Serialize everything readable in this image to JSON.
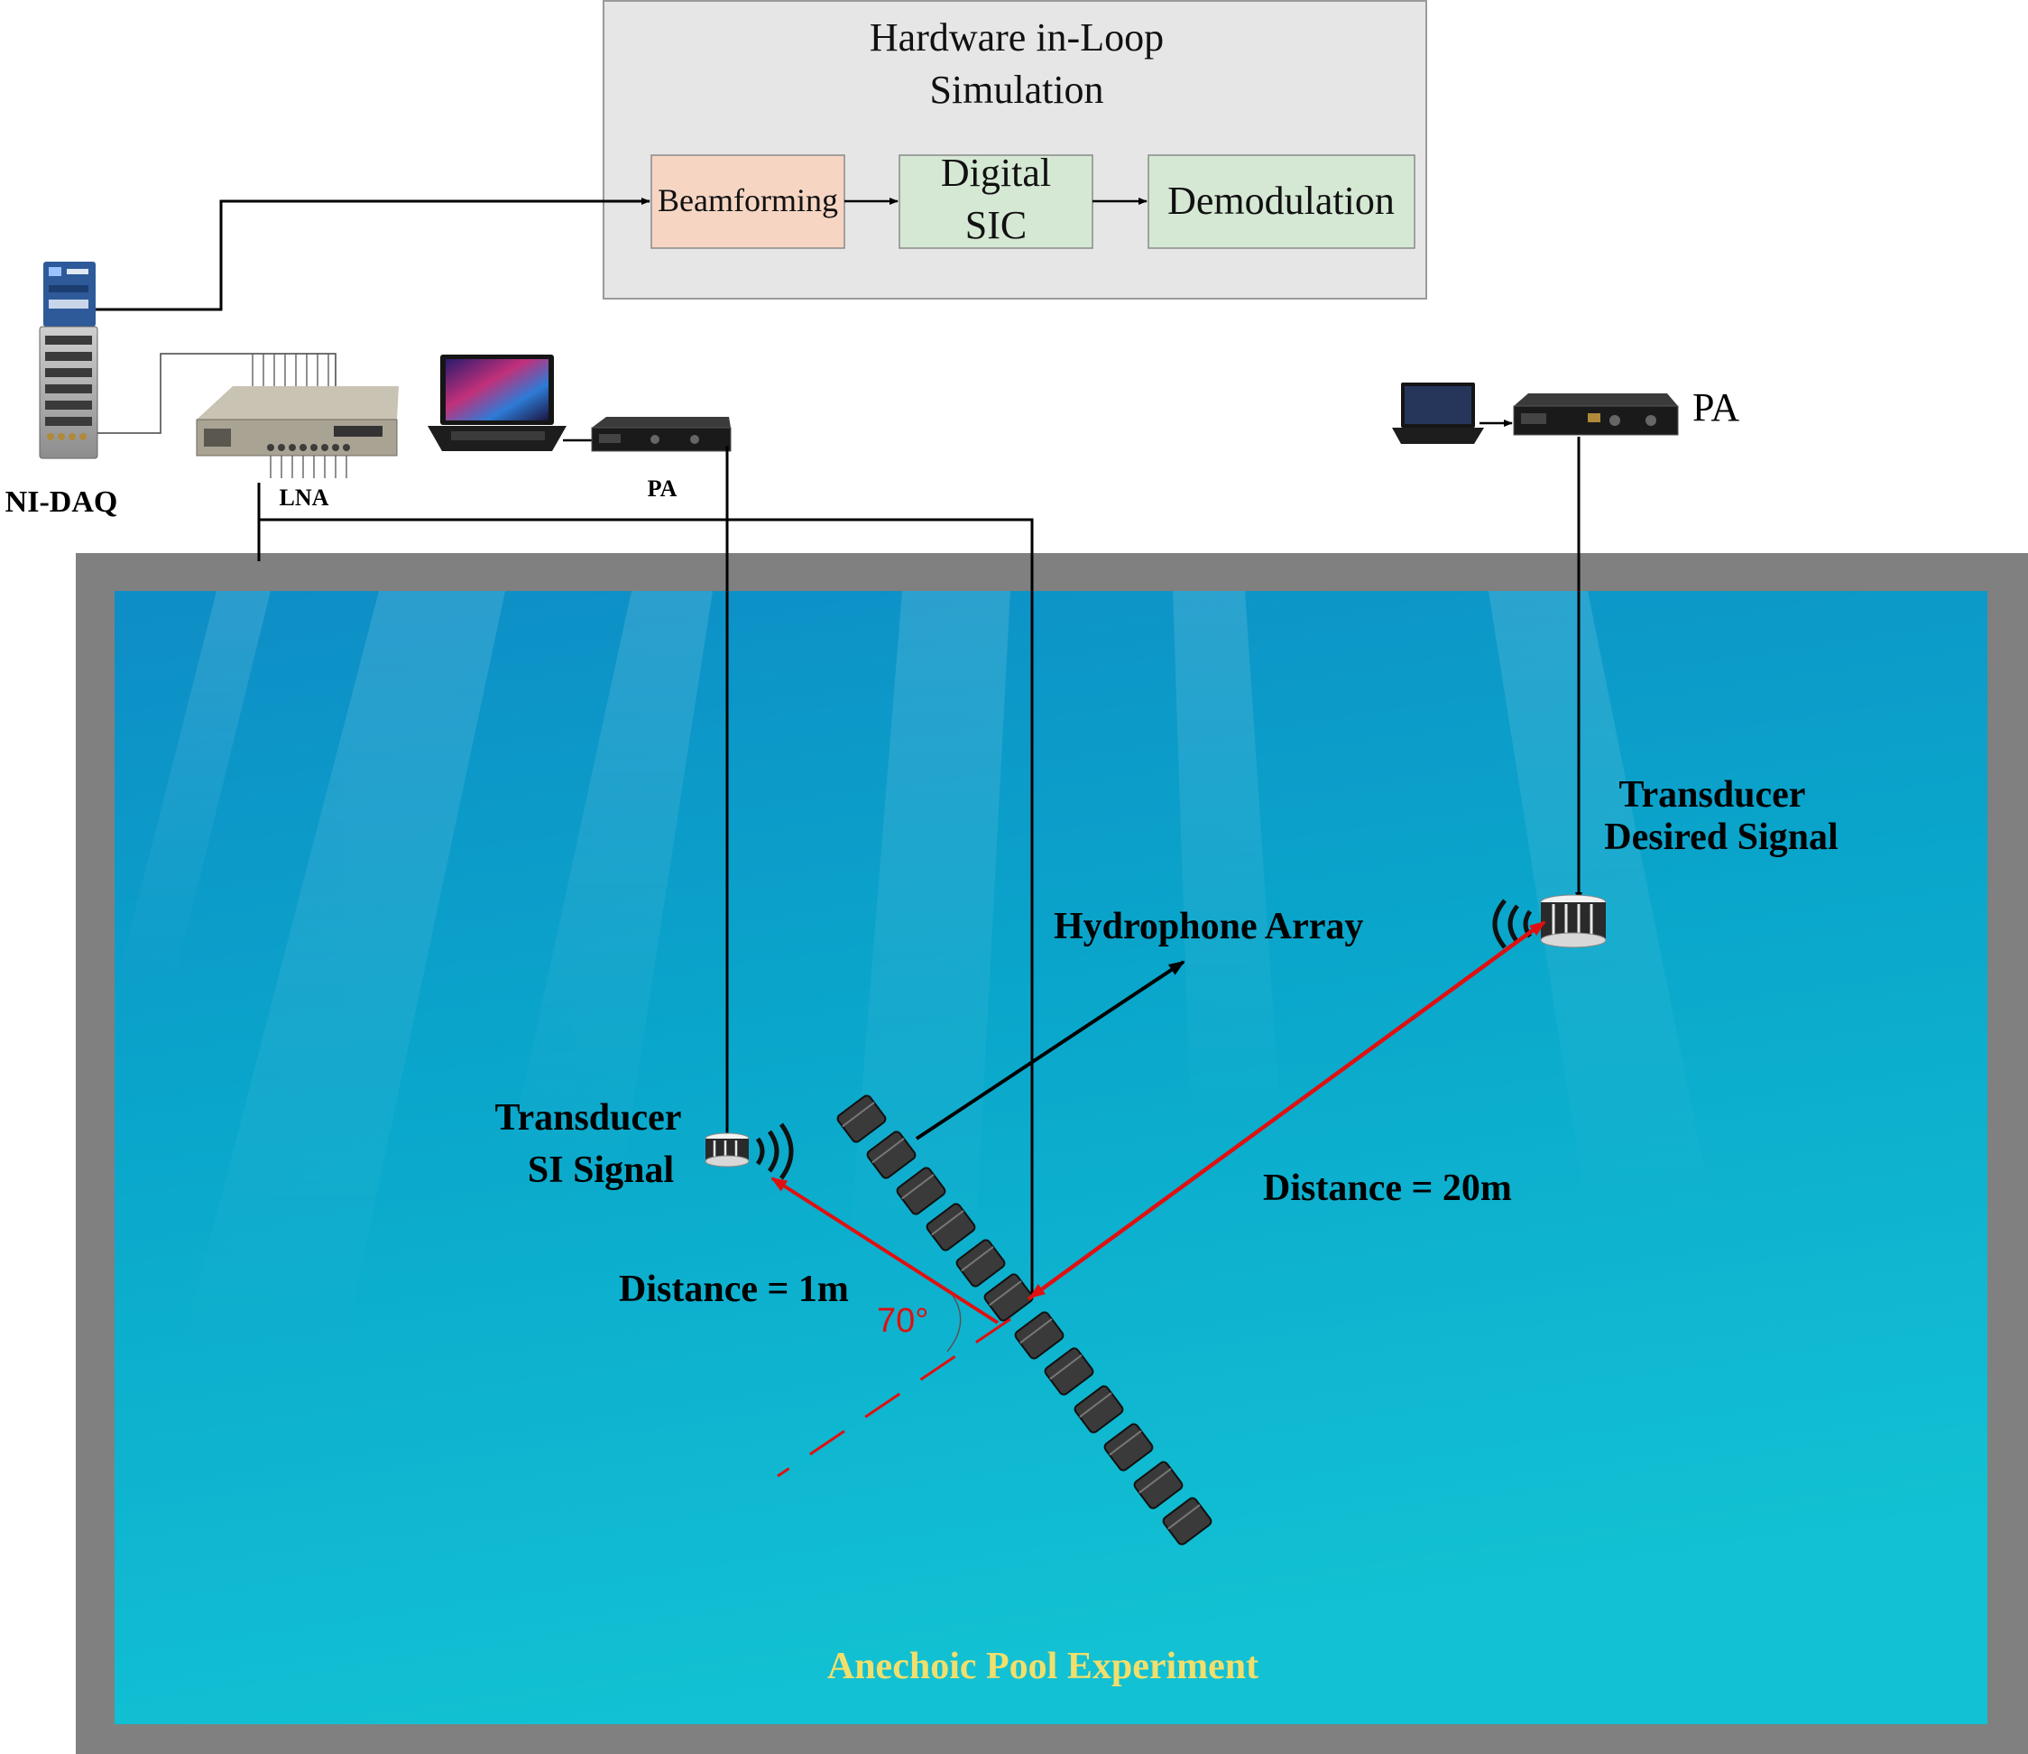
{
  "hil": {
    "title_line1": "Hardware in-Loop",
    "title_line2": "Simulation",
    "blocks": {
      "beamforming": "Beamforming",
      "digital_sic_line1": "Digital",
      "digital_sic_line2": "SIC",
      "demodulation": "Demodulation"
    },
    "colors": {
      "panel": "#e6e6e6",
      "beamforming": "#f6d5c3",
      "sic": "#d5e8d4",
      "demodulation": "#d5e8d4"
    }
  },
  "equipment": {
    "ni_daq": "NI-DAQ",
    "lna": "LNA",
    "pa_left": "PA",
    "pa_right": "PA"
  },
  "pool": {
    "caption": "Anechoic Pool Experiment",
    "caption_color": "#f2df6b",
    "water_color": "#10a8c8",
    "wall_color": "#808080"
  },
  "labels": {
    "transducer_desired_line1": "Transducer",
    "transducer_desired_line2": "Desired Signal",
    "transducer_si_line1": "Transducer",
    "transducer_si_line2": "SI Signal",
    "hydrophone_array": "Hydrophone Array",
    "distance_20m": "Distance = 20m",
    "distance_1m": "Distance = 1m",
    "angle": "70°"
  },
  "icons": [
    "ni-daq-rack-icon",
    "lna-amplifier-icon",
    "laptop-icon",
    "power-amplifier-icon",
    "transducer-icon",
    "sound-wave-icon",
    "hydrophone-element-icon"
  ],
  "accent_colors": {
    "signal_arrow": "#e01010",
    "wire": "#000000"
  }
}
